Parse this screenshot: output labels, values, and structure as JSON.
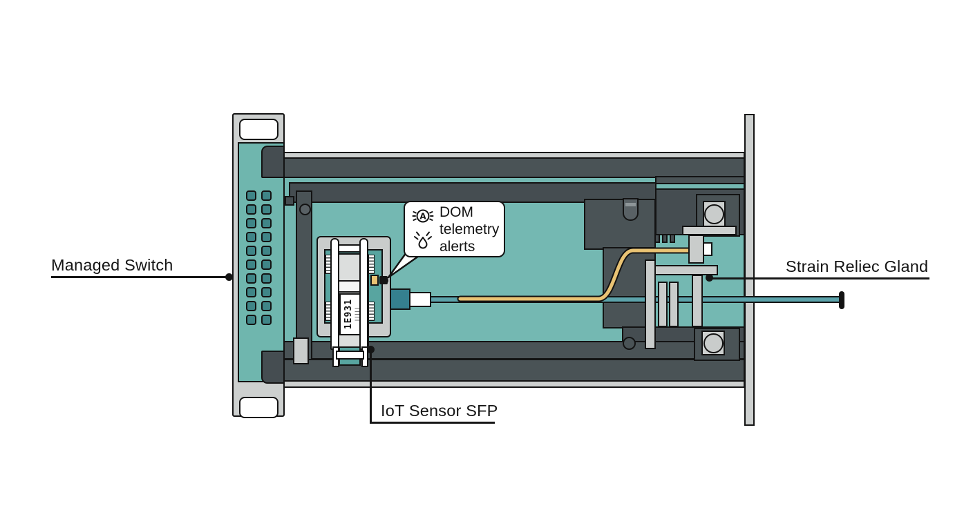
{
  "diagram": {
    "type": "technical-illustration",
    "labels": {
      "managed_switch": "Managed Switch",
      "strain_relief": "Strain Reliec Gland",
      "iot_sensor": "IoT Sensor SFP"
    },
    "callout": {
      "line1": "DOM",
      "line2": "telemetry",
      "line3": "alerts"
    },
    "sfp_module": {
      "label_text": "1E931",
      "label_marks": "|||||"
    },
    "ports": {
      "rows": 10,
      "cols": 2
    },
    "colors": {
      "background": "#ffffff",
      "outline": "#131313",
      "teal_interior": "#74b8b2",
      "teal_panel": "#6fb6ae",
      "teal_inner": "#58a5a0",
      "teal_port": "#3f8587",
      "gray_dark": "#4a5356",
      "gray_darker": "#454d51",
      "gray_mid": "#596165",
      "gray_light": "#cdd0cf",
      "gray_bar": "#c9cccb",
      "gray_module": "#dcdedd",
      "yellow_wire": "#e9c374",
      "connector_teal": "#35808f",
      "cable_teal": "#5ca3ab",
      "label_text": "#151515"
    }
  }
}
